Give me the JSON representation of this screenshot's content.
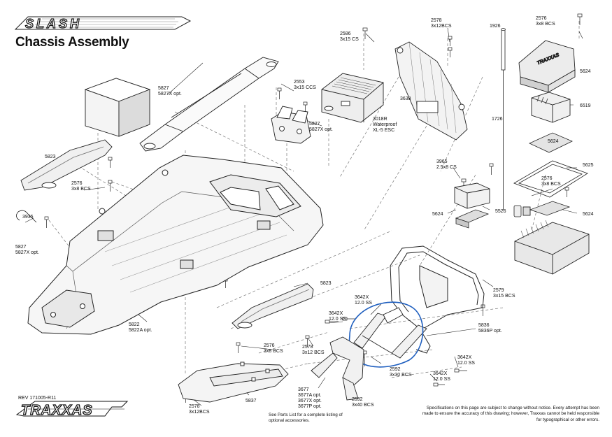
{
  "header": {
    "logo_text": "SLASH",
    "title": "Chassis Assembly"
  },
  "footer": {
    "revision": "REV 171005-R11",
    "brand_logo": "TRAXXAS",
    "parts_note": "See Parts List for a complete listing of optional accessories.",
    "notice": "Specifications on this page are subject to change without notice. Every attempt has been made to ensure the accuracy of this drawing; however, Traxxas cannot be held responsible for typographical or other errors."
  },
  "callouts": [
    {
      "id": "c5827-top",
      "lines": [
        "5827",
        "5827X opt."
      ]
    },
    {
      "id": "c2553",
      "lines": [
        "2553",
        "3x15 CCS"
      ]
    },
    {
      "id": "c5827-mount",
      "lines": [
        "5827",
        "5827X opt."
      ]
    },
    {
      "id": "c2586",
      "lines": [
        "2586",
        "3x15 CS"
      ]
    },
    {
      "id": "c3018r",
      "lines": [
        "3018R",
        "Waterproof",
        "XL-5 ESC"
      ]
    },
    {
      "id": "c2578-top",
      "lines": [
        "2578",
        "3x12BCS"
      ]
    },
    {
      "id": "c3638",
      "lines": [
        "3638"
      ]
    },
    {
      "id": "c1926",
      "lines": [
        "1926"
      ]
    },
    {
      "id": "c1726",
      "lines": [
        "1726"
      ]
    },
    {
      "id": "c2576-top",
      "lines": [
        "2576",
        "3x8 BCS"
      ]
    },
    {
      "id": "c5624-a",
      "lines": [
        "5624"
      ]
    },
    {
      "id": "c6519",
      "lines": [
        "6519"
      ]
    },
    {
      "id": "c5624-b",
      "lines": [
        "5624"
      ]
    },
    {
      "id": "c5625",
      "lines": [
        "5625"
      ]
    },
    {
      "id": "c2576-right",
      "lines": [
        "2576",
        "3x8 BCS"
      ]
    },
    {
      "id": "c5624-c",
      "lines": [
        "5624"
      ]
    },
    {
      "id": "c3965",
      "lines": [
        "3965",
        "2.5x8 CS"
      ]
    },
    {
      "id": "c5624-d",
      "lines": [
        "5624"
      ]
    },
    {
      "id": "c5526",
      "lines": [
        "5526"
      ]
    },
    {
      "id": "c5823-left",
      "lines": [
        "5823"
      ]
    },
    {
      "id": "c2576-left",
      "lines": [
        "2576",
        "3x8 BCS"
      ]
    },
    {
      "id": "c3935",
      "lines": [
        "3935"
      ]
    },
    {
      "id": "c5827-left",
      "lines": [
        "5827",
        "5827X opt."
      ]
    },
    {
      "id": "c5823-front",
      "lines": [
        "5823"
      ]
    },
    {
      "id": "c5822",
      "lines": [
        "5822",
        "5822A opt."
      ]
    },
    {
      "id": "c3642x-a",
      "lines": [
        "3642X",
        "12.0 SS"
      ]
    },
    {
      "id": "c3642x-b",
      "lines": [
        "3642X",
        "12.0 SS"
      ]
    },
    {
      "id": "c2579",
      "lines": [
        "2579",
        "3x15 BCS"
      ]
    },
    {
      "id": "c5836",
      "lines": [
        "5836",
        "5836P opt."
      ]
    },
    {
      "id": "c3642x-c",
      "lines": [
        "3642X",
        "12.0 SS"
      ]
    },
    {
      "id": "c3642x-d",
      "lines": [
        "3642X",
        "12.0 SS"
      ]
    },
    {
      "id": "c2592-a",
      "lines": [
        "2592",
        "3x30 BCS"
      ]
    },
    {
      "id": "c2576-bottom",
      "lines": [
        "2576",
        "3x8 BCS"
      ]
    },
    {
      "id": "c2578-mid",
      "lines": [
        "2578",
        "3x12 BCS"
      ]
    },
    {
      "id": "c3677",
      "lines": [
        "3677",
        "3677A opt.",
        "3677X opt.",
        "3677P opt."
      ]
    },
    {
      "id": "c2592-b",
      "lines": [
        "2592",
        "3x40 BCS"
      ]
    },
    {
      "id": "c5837",
      "lines": [
        "5837"
      ]
    },
    {
      "id": "c2578-bottom",
      "lines": [
        "2578",
        "3x12BCS"
      ]
    }
  ],
  "highlight_color": "#1f5fbf"
}
